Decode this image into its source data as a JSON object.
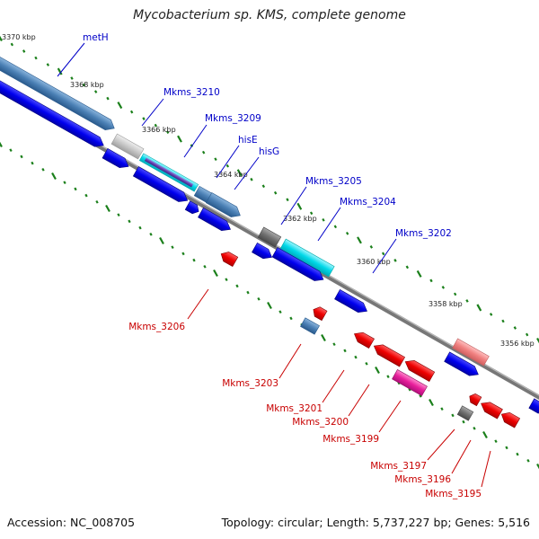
{
  "title": "Mycobacterium sp. KMS, complete genome",
  "footer": {
    "accession": "Accession: NC_008705",
    "summary": "Topology: circular; Length: 5,737,227 bp; Genes: 5,516"
  },
  "ticks": [
    "3370 kbp",
    "3368 kbp",
    "3366 kbp",
    "3364 kbp",
    "3362 kbp",
    "3360 kbp",
    "3358 kbp",
    "3356 kbp"
  ],
  "gene_labels": {
    "metH": "metH",
    "Mkms_3210": "Mkms_3210",
    "Mkms_3209": "Mkms_3209",
    "hisE": "hisE",
    "hisG": "hisG",
    "Mkms_3205": "Mkms_3205",
    "Mkms_3204": "Mkms_3204",
    "Mkms_3202": "Mkms_3202",
    "Mkms_3206": "Mkms_3206",
    "Mkms_3203": "Mkms_3203",
    "Mkms_3201": "Mkms_3201",
    "Mkms_3200": "Mkms_3200",
    "Mkms_3199": "Mkms_3199",
    "Mkms_3197": "Mkms_3197",
    "Mkms_3196": "Mkms_3196",
    "Mkms_3195": "Mkms_3195"
  },
  "colors": {
    "backbone": "#777777",
    "forward_cds": "#0000ee",
    "reverse_cds": "#ee0000",
    "steel": "#4a7fb4",
    "cyan": "#00d8e8",
    "magenta": "#e81e9b",
    "salmon": "#f08080",
    "grey": "#707070",
    "light_grey": "#c8c8c8",
    "tick_green": "#1a7f1a"
  }
}
